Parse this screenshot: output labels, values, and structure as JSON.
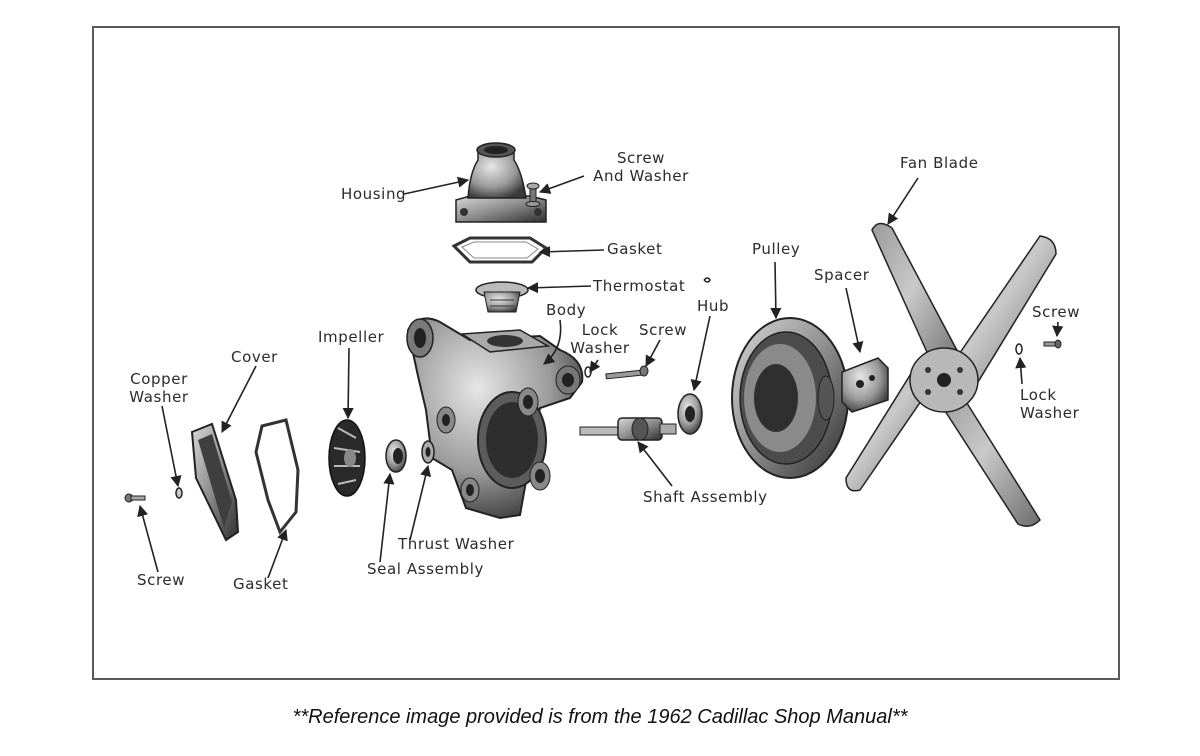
{
  "labels": {
    "housing": "Housing",
    "screw_and_washer": [
      "Screw",
      "And Washer"
    ],
    "fan_blade": "Fan Blade",
    "gasket_top": "Gasket",
    "thermostat": "Thermostat",
    "pulley": "Pulley",
    "spacer": "Spacer",
    "body": "Body",
    "lock_washer_mid": [
      "Lock",
      "Washer"
    ],
    "screw_mid": "Screw",
    "hub": "Hub",
    "screw_right": "Screw",
    "impeller": "Impeller",
    "cover": "Cover",
    "copper_washer": [
      "Copper",
      "Washer"
    ],
    "lock_washer_right": [
      "Lock",
      "Washer"
    ],
    "shaft_assembly": "Shaft Assembly",
    "thrust_washer": "Thrust Washer",
    "seal_assembly": "Seal Assembly",
    "screw_left": "Screw",
    "gasket_bottom": "Gasket"
  },
  "caption": "**Reference image provided is from the 1962 Cadillac Shop Manual**"
}
